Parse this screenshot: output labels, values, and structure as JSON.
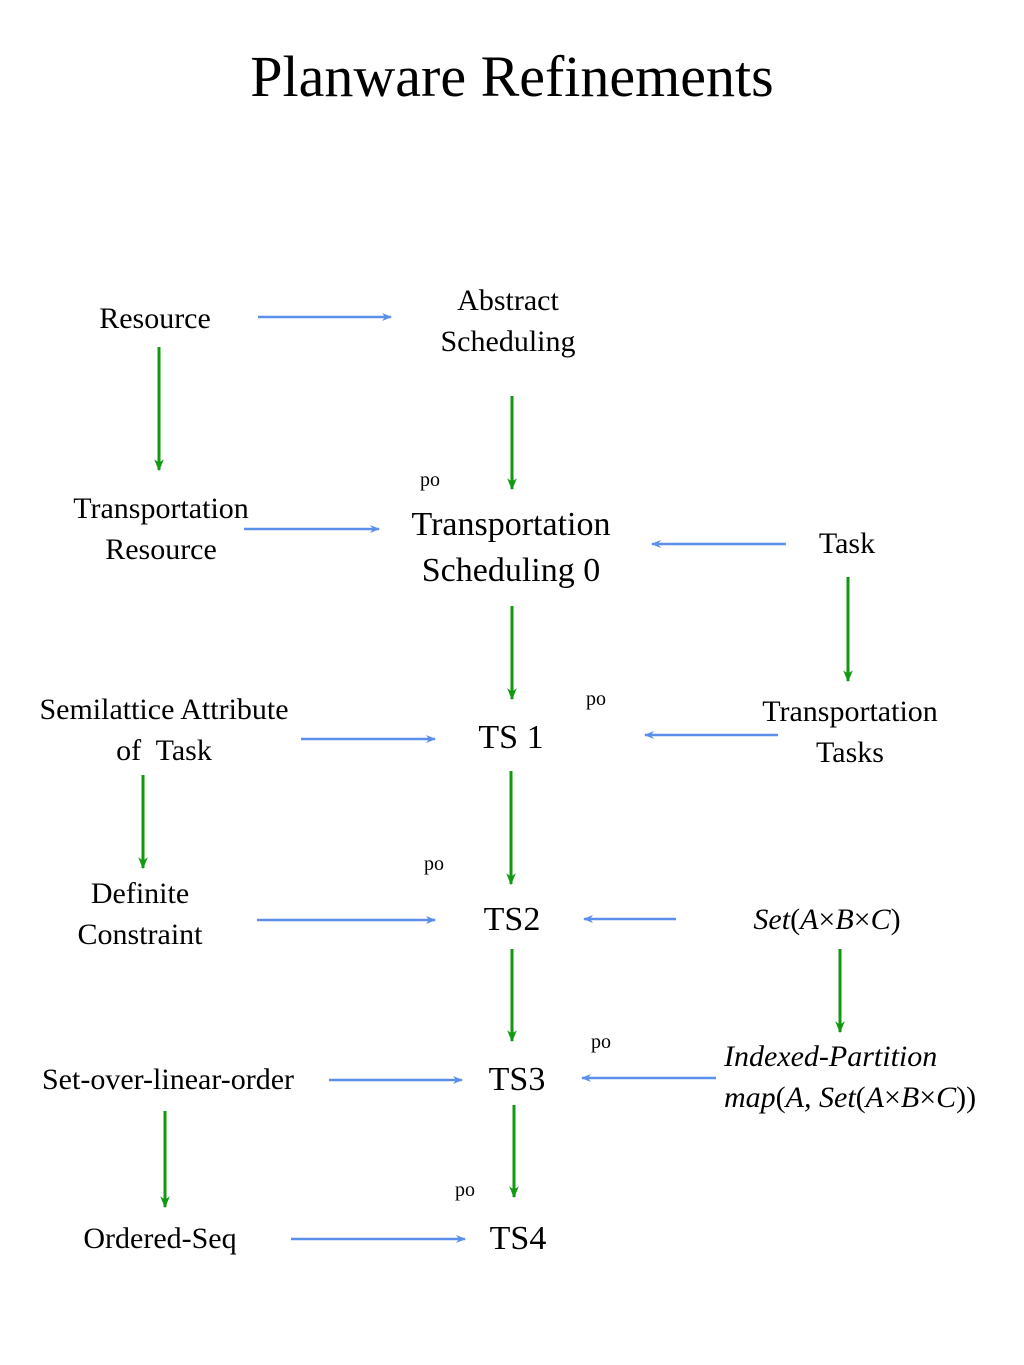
{
  "title": "Planware Refinements",
  "colors": {
    "import_arrow": "#5b8fea",
    "refine_arrow": "#119911"
  },
  "nodes": {
    "resource": {
      "label": "Resource"
    },
    "abstract_scheduling": {
      "line1": "Abstract",
      "line2": "Scheduling"
    },
    "transportation_resource": {
      "line1": "Transportation",
      "line2": "Resource"
    },
    "transportation_scheduling_0": {
      "line1": "Transportation",
      "line2": "Scheduling 0"
    },
    "task": {
      "label": "Task"
    },
    "semilattice_attribute": {
      "line1": "Semilattice Attribute",
      "line2": "of  Task"
    },
    "ts1": {
      "label": "TS 1"
    },
    "transportation_tasks": {
      "line1": "Transportation",
      "line2": "Tasks"
    },
    "definite_constraint": {
      "line1": "Definite",
      "line2": "Constraint"
    },
    "ts2": {
      "label": "TS2"
    },
    "set_abc": {
      "set": "Set",
      "open": "(",
      "a": "A",
      "times1": "×",
      "b": "B",
      "times2": "×",
      "c": "C",
      "close": ")"
    },
    "set_over_linear_order": {
      "label": "Set-over-linear-order"
    },
    "ts3": {
      "label": "TS3"
    },
    "indexed_partition": {
      "line1": "Indexed-Partition",
      "map": "map",
      "open": "(",
      "a": "A",
      "comma": ", ",
      "set": "Set",
      "open2": "(",
      "a2": "A",
      "times1": "×",
      "b": "B",
      "times2": "×",
      "c": "C",
      "close": "))"
    },
    "ordered_seq": {
      "label": "Ordered-Seq"
    },
    "ts4": {
      "label": "TS4"
    }
  },
  "po_labels": [
    "po",
    "po",
    "po",
    "po",
    "po"
  ]
}
